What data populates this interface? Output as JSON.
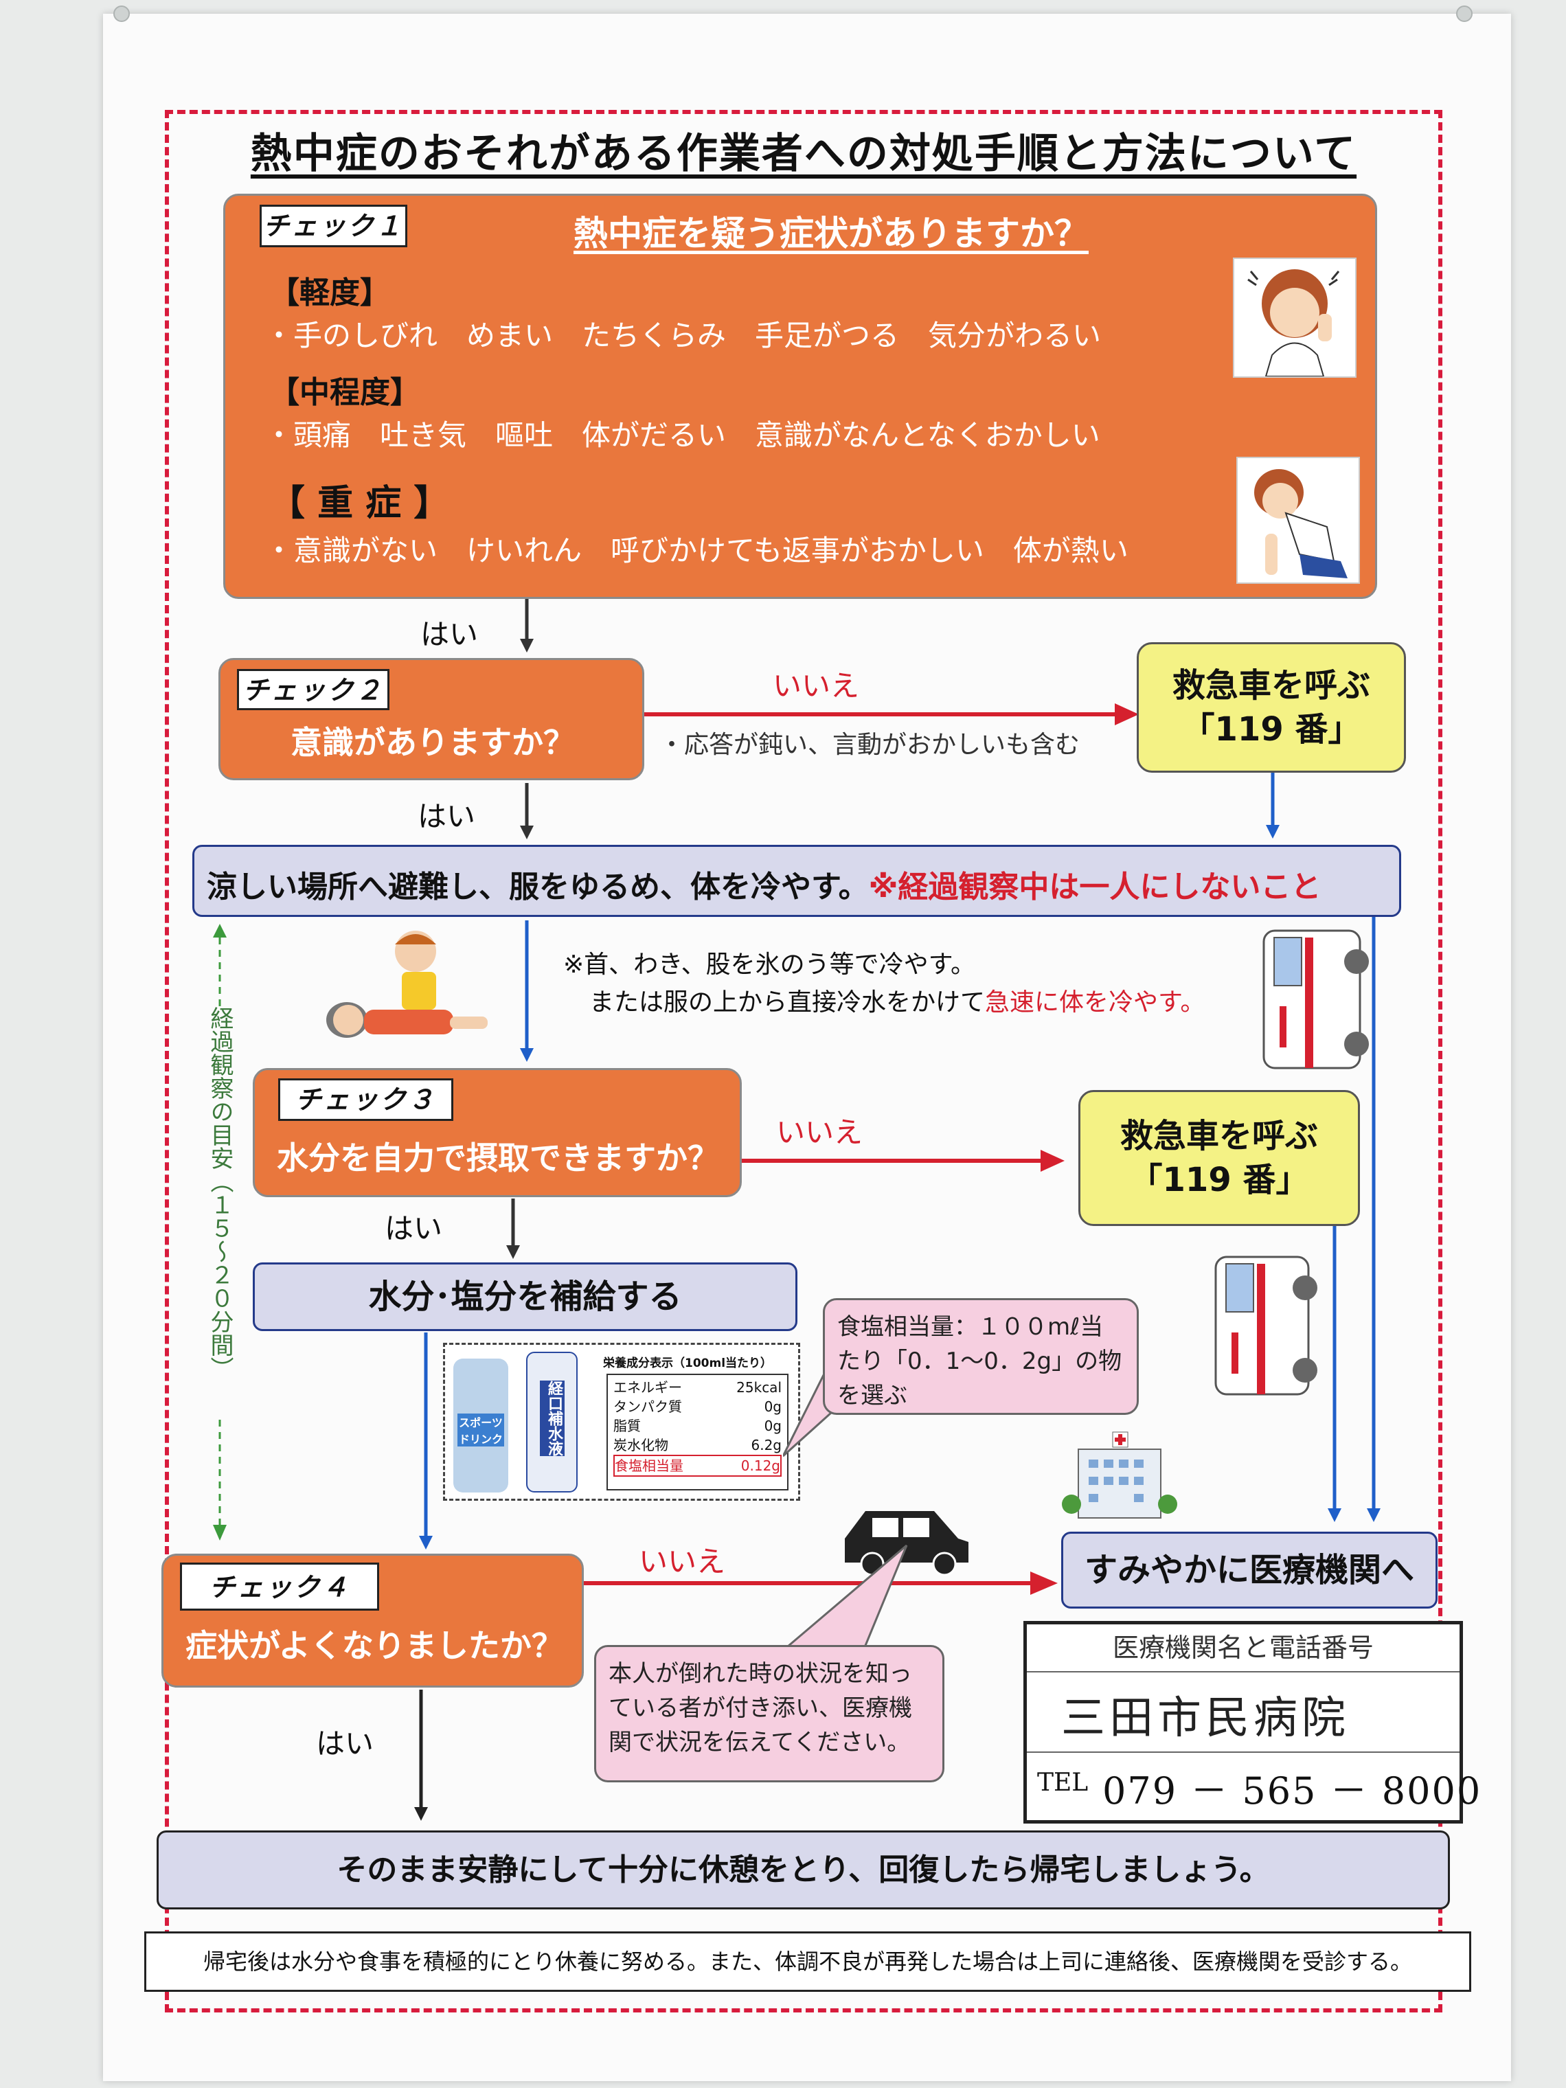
{
  "title": "熱中症のおそれがある作業者への対処手順と方法について",
  "check1": {
    "tag": "チェック１",
    "question": "熱中症を疑う症状がありますか？",
    "mild_heading": "【軽度】",
    "mild_items": "・手のしびれ　めまい　たちくらみ　手足がつる　気分がわるい",
    "moderate_heading": "【中程度】",
    "moderate_items": "・頭痛　吐き気　嘔吐　体がだるい　意識がなんとなくおかしい",
    "severe_heading": "【 重 症 】",
    "severe_items": "・意識がない　けいれん　呼びかけても返事がおかしい　体が熱い"
  },
  "yes_label": "はい",
  "no_label": "いいえ",
  "check2": {
    "tag": "チェック２",
    "question": "意識がありますか？",
    "note": "・応答が鈍い、言動がおかしいも含む"
  },
  "ambulance": {
    "line1": "救急車を呼ぶ",
    "line2": "「119 番」"
  },
  "cooling": {
    "main": "涼しい場所へ避難し、服をゆるめ、体を冷やす。",
    "warning": "※経過観察中は一人にしないこと",
    "tip1": "※首、わき、股を氷のう等で冷やす。",
    "tip2a": "または服の上から直接冷水をかけて",
    "tip2b": "急速に体を冷やす。"
  },
  "observation_label": "経過観察の目安（１５～２０分間）",
  "check3": {
    "tag": "チェック３",
    "question": "水分を自力で摂取できますか？"
  },
  "hydrate": {
    "title": "水分･塩分を補給する",
    "bottle1": "スポーツドリンク",
    "bottle2": "経口補水液",
    "label_title": "栄養成分表示（100ml当たり）",
    "nutrition": [
      {
        "name": "エネルギー",
        "value": "25kcal"
      },
      {
        "name": "タンパク質",
        "value": "0g"
      },
      {
        "name": "脂質",
        "value": "0g"
      },
      {
        "name": "炭水化物",
        "value": "6.2g"
      },
      {
        "name": "食塩相当量",
        "value": "0.12g"
      }
    ],
    "callout": "食塩相当量：１００mℓ当たり「0．1～0．2g」の物を選ぶ"
  },
  "check4": {
    "tag": "チェック４",
    "question": "症状がよくなりましたか？",
    "callout": "本人が倒れた時の状況を知っている者が付き添い、医療機関で状況を伝えてください。"
  },
  "hospital": {
    "goto": "すみやかに医療機関へ",
    "header": "医療機関名と電話番号",
    "name": "三田市民病院",
    "tel_label": "TEL",
    "tel_number": "079 － 565 － 8000"
  },
  "rest": "そのまま安静にして十分に休憩をとり、回復したら帰宅しましょう。",
  "footer": "帰宅後は水分や食事を積極的にとり休養に努める。また、体調不良が再発した場合は上司に連絡後、医療機関を受診する。",
  "colors": {
    "orange": "#e9773d",
    "yellow": "#f4f285",
    "red": "#d5202e",
    "blue": "#1f5fc9",
    "lavender": "#d8d9ec",
    "pink": "#f6cfe0"
  }
}
